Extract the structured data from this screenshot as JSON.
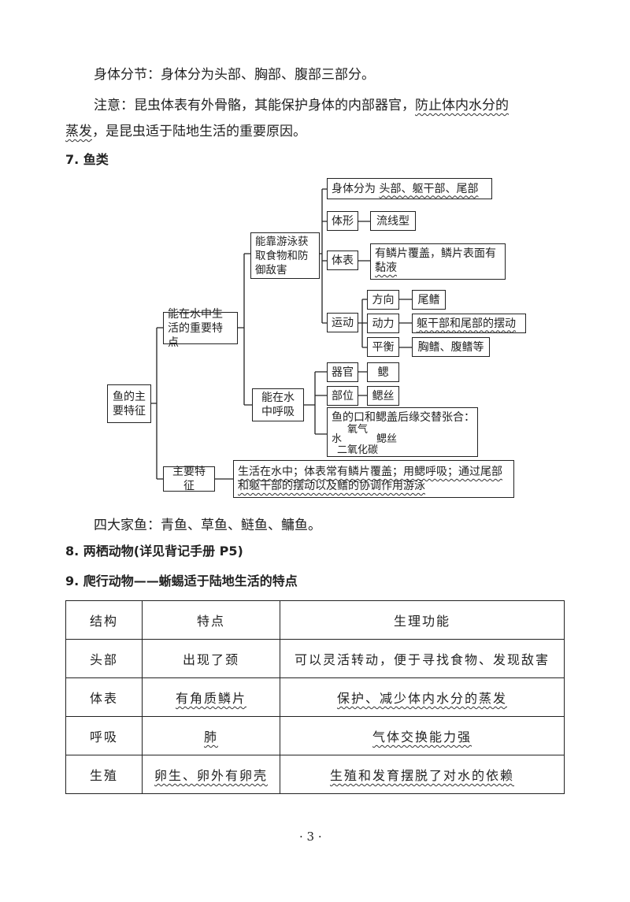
{
  "para1": "身体分节：身体分为头部、胸部、腹部三部分。",
  "para2a": "注意：昆虫体表有外骨骼，其能保护身体的内部器官，",
  "para2b": "防止体内水分的",
  "para2c": "蒸发",
  "para2d": "，是昆虫适于陆地生活的重要原因。",
  "h7": "7. 鱼类",
  "diagram": {
    "root": "鱼的主要特征",
    "b1": "能在水中生活的重要特点",
    "b2": "主要特征",
    "b2text": "生活在水中；体表常有鳞片覆盖；用鳃呼吸；通过尾部和躯干部的摆动以及鳍的协调作用游泳",
    "swim": "能靠游泳获取食物和防御敌害",
    "breathe": "能在水中呼吸",
    "body_prefix": "身体分为",
    "body": "头部、躯干部、尾部",
    "shape": "体形",
    "shape_v": "流线型",
    "skin": "体表",
    "skin_v1": "有鳞片覆盖，鳞片表面有",
    "skin_v2": "黏液",
    "move": "运动",
    "dir": "方向",
    "dir_v": "尾鳍",
    "power": "动力",
    "power_v": "躯干部和尾部的摆动",
    "bal": "平衡",
    "bal_v": "胸鳍、腹鳍等",
    "organ": "器官",
    "organ_v": "鳃",
    "pos": "部位",
    "pos_v": "鳃丝",
    "proc": "鱼的口和鳃盖后缘交替张合：",
    "water": "水",
    "o2": "氧气",
    "co2": "二氧化碳",
    "gill": "鳃丝"
  },
  "fish4": "四大家鱼：青鱼、草鱼、鲢鱼、鳙鱼。",
  "h8": "8. 两栖动物(详见背记手册 P5)",
  "h9": "9. 爬行动物——蜥蜴适于陆地生活的特点",
  "table": {
    "headers": [
      "结构",
      "特点",
      "生理功能"
    ],
    "rows": [
      [
        "头部",
        "出现了颈",
        "可以灵活转动，便于寻找食物、发现敌害"
      ],
      [
        "体表",
        "有角质鳞片",
        "保护、减少体内水分的蒸发"
      ],
      [
        "呼吸",
        "肺",
        "气体交换能力强"
      ],
      [
        "生殖",
        "卵生、卵外有卵壳",
        "生殖和发育摆脱了对水的依赖"
      ]
    ]
  },
  "page_number": "· 3 ·"
}
